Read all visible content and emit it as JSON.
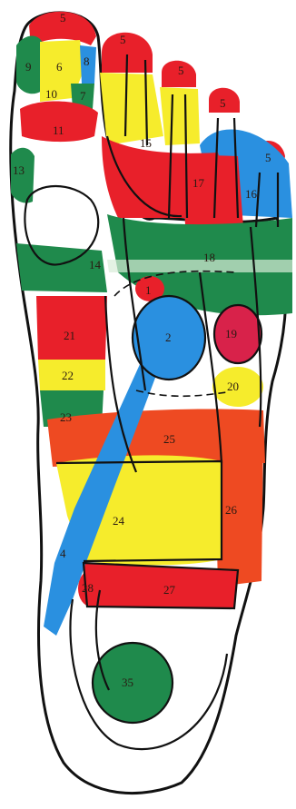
{
  "colors": {
    "red": "#e8202a",
    "green": "#1f8a4c",
    "yellow": "#f6ec2c",
    "blue": "#2a90e0",
    "orange": "#ee4a22",
    "magenta": "#d8224a",
    "outline": "#111111"
  },
  "zones": [
    {
      "id": "z5a",
      "label": "5"
    },
    {
      "id": "z5b",
      "label": "5"
    },
    {
      "id": "z5c",
      "label": "5"
    },
    {
      "id": "z5d",
      "label": "5"
    },
    {
      "id": "z5e",
      "label": "5"
    },
    {
      "id": "z6",
      "label": "6"
    },
    {
      "id": "z7",
      "label": "7"
    },
    {
      "id": "z8",
      "label": "8"
    },
    {
      "id": "z9",
      "label": "9"
    },
    {
      "id": "z10",
      "label": "10"
    },
    {
      "id": "z11",
      "label": "11"
    },
    {
      "id": "z13",
      "label": "13"
    },
    {
      "id": "z14",
      "label": "14"
    },
    {
      "id": "z15",
      "label": "15"
    },
    {
      "id": "z16",
      "label": "16"
    },
    {
      "id": "z17",
      "label": "17"
    },
    {
      "id": "z18",
      "label": "18"
    },
    {
      "id": "z1",
      "label": "1"
    },
    {
      "id": "z2",
      "label": "2"
    },
    {
      "id": "z19",
      "label": "19"
    },
    {
      "id": "z20",
      "label": "20"
    },
    {
      "id": "z21",
      "label": "21"
    },
    {
      "id": "z22",
      "label": "22"
    },
    {
      "id": "z23",
      "label": "23"
    },
    {
      "id": "z24",
      "label": "24"
    },
    {
      "id": "z25",
      "label": "25"
    },
    {
      "id": "z26",
      "label": "26"
    },
    {
      "id": "z27",
      "label": "27"
    },
    {
      "id": "z28",
      "label": "28"
    },
    {
      "id": "z4",
      "label": "4"
    },
    {
      "id": "z35",
      "label": "35"
    }
  ]
}
